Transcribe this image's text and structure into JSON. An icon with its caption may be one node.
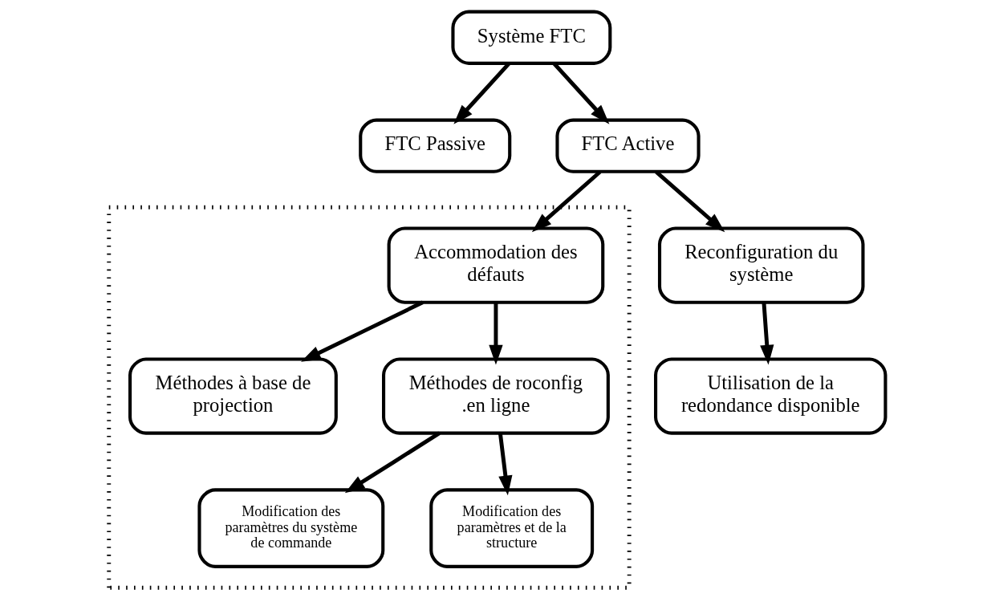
{
  "diagram": {
    "nodes": [
      {
        "text": [
          "Système FTC"
        ]
      },
      {
        "text": [
          "FTC Passive"
        ]
      },
      {
        "text": [
          "FTC Active"
        ]
      },
      {
        "text": [],
        "shape": "box"
      },
      {
        "text": [
          "Accommodation des défauts"
        ],
        "in": 3
      },
      {
        "text": [
          "Méthodes à base de projection"
        ],
        "in": 3
      },
      {
        "text": [
          "Méthodes de roconfig .en ligne"
        ],
        "in": 3
      },
      {
        "text": [
          "Modification des paramètres du système de commande"
        ],
        "in": 3
      },
      {
        "text": [
          "Modification des paramètres et de la structure"
        ],
        "in": 3
      },
      {
        "text": [
          "Reconfiguration du système"
        ]
      },
      {
        "text": [
          "Utilisation de la redondance disponible"
        ]
      }
    ],
    "edges": [
      {
        "from": 0,
        "to": 1,
        "arrow": "to"
      },
      {
        "from": 0,
        "to": 2,
        "arrow": "to"
      },
      {
        "from": 2,
        "to": 4,
        "arrow": "to"
      },
      {
        "from": 2,
        "to": 9,
        "arrow": "to"
      },
      {
        "from": 4,
        "to": 5,
        "arrow": "to"
      },
      {
        "from": 4,
        "to": 6,
        "arrow": "to"
      },
      {
        "from": 6,
        "to": 7,
        "arrow": "to"
      },
      {
        "from": 6,
        "to": 8,
        "arrow": "to"
      },
      {
        "from": 9,
        "to": 10,
        "arrow": "to"
      }
    ]
  }
}
